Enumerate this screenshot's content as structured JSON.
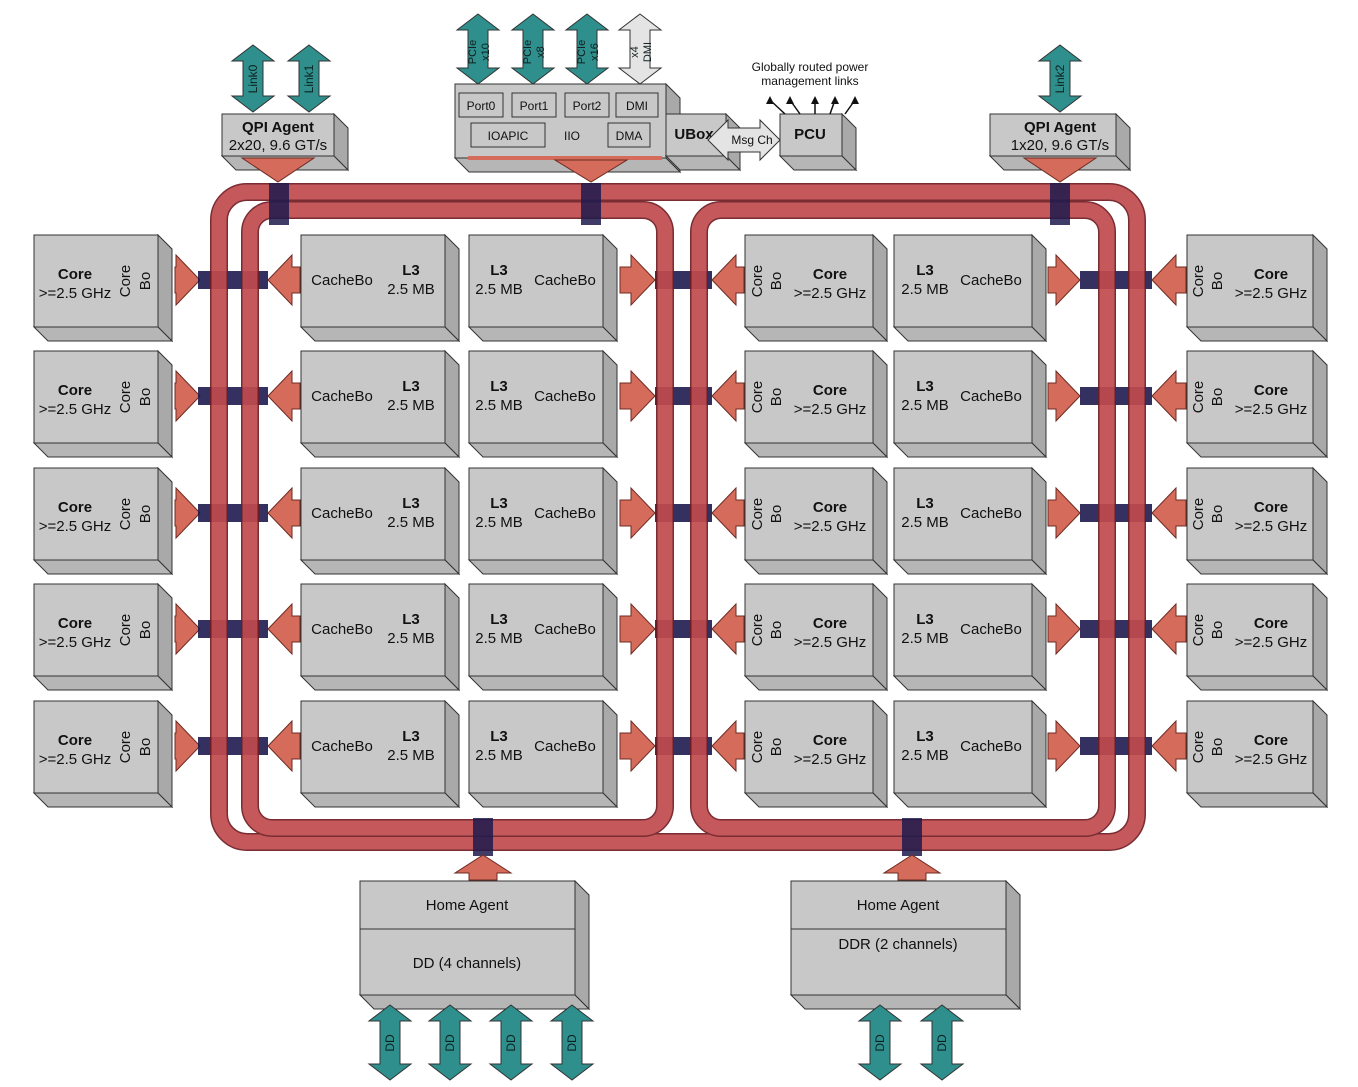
{
  "power_note": [
    "Globally routed power",
    "management links"
  ],
  "qpi_left": {
    "title": "QPI Agent",
    "sub": "2x20, 9.6 GT/s",
    "links": [
      "Link0",
      "Link1"
    ]
  },
  "qpi_right": {
    "title": "QPI Agent",
    "sub": "1x20, 9.6 GT/s",
    "links": [
      "Link2"
    ]
  },
  "pcie": [
    {
      "lines": [
        "PCIe",
        "x10"
      ]
    },
    {
      "lines": [
        "PCIe",
        "x8"
      ]
    },
    {
      "lines": [
        "PCIe",
        "x16"
      ]
    },
    {
      "lines": [
        "x4",
        "DMI"
      ]
    }
  ],
  "iio": {
    "ports": [
      "Port0",
      "Port1",
      "Port2",
      "DMI"
    ],
    "ioapic": "IOAPIC",
    "label": "IIO",
    "dma": "DMA"
  },
  "ubox": "UBox",
  "msgch": "Msg Ch",
  "pcu": "PCU",
  "core": {
    "title": "Core",
    "freq": ">=2.5 GHz",
    "cbo_top": "Core",
    "cbo_bottom": "Bo"
  },
  "cache": {
    "label": "CacheBo",
    "title": "L3",
    "size": "2.5 MB"
  },
  "home_left": {
    "title": "Home Agent",
    "mem": "DD (4 channels)",
    "links": [
      "DD",
      "DD",
      "DD",
      "DD"
    ]
  },
  "home_right": {
    "title": "Home Agent",
    "mem": "DDR (2 channels)",
    "links": [
      "DD",
      "DD"
    ]
  },
  "colors": {
    "box": "#c8c8c8",
    "ring": "#c04a4e",
    "arrow": "#d56b5a",
    "teal": "#2e8f8c",
    "stop": "#1e1a4e"
  }
}
